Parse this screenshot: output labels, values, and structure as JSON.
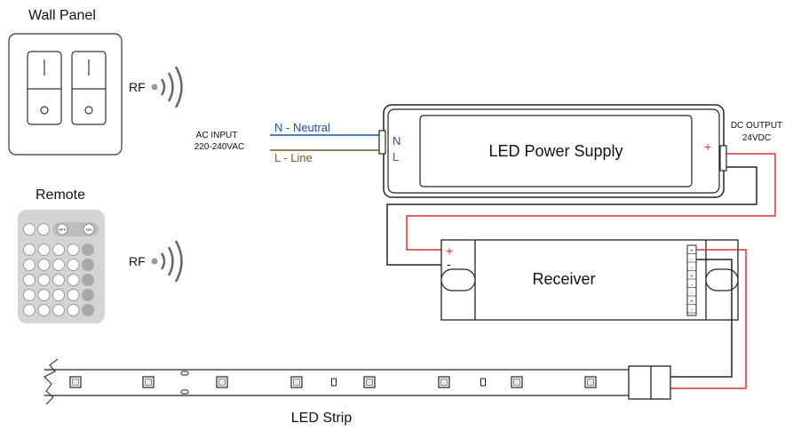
{
  "wall_panel": {
    "title": "Wall Panel",
    "rf_label": "RF"
  },
  "remote": {
    "title": "Remote",
    "rf_label": "RF",
    "off_label": "OFF",
    "on_label": "ON"
  },
  "ac_input": {
    "line1": "AC INPUT",
    "line2": "220-240VAC"
  },
  "wires": {
    "neutral": "N - Neutral",
    "line": "L - Line"
  },
  "power_supply": {
    "title": "LED Power Supply",
    "n_terminal": "N",
    "l_terminal": "L",
    "plus": "+"
  },
  "dc_output": {
    "line1": "DC OUTPUT",
    "line2": "24VDC"
  },
  "receiver": {
    "title": "Receiver",
    "plus": "+",
    "minus": "-"
  },
  "led_strip": {
    "title": "LED Strip"
  },
  "colors": {
    "neutral": "#1f4fa8",
    "line": "#7a5a2e",
    "positive": "#e03030",
    "outline": "#222222",
    "led_fill": "#e8e8e8",
    "remote_body": "#d4d4d4"
  }
}
